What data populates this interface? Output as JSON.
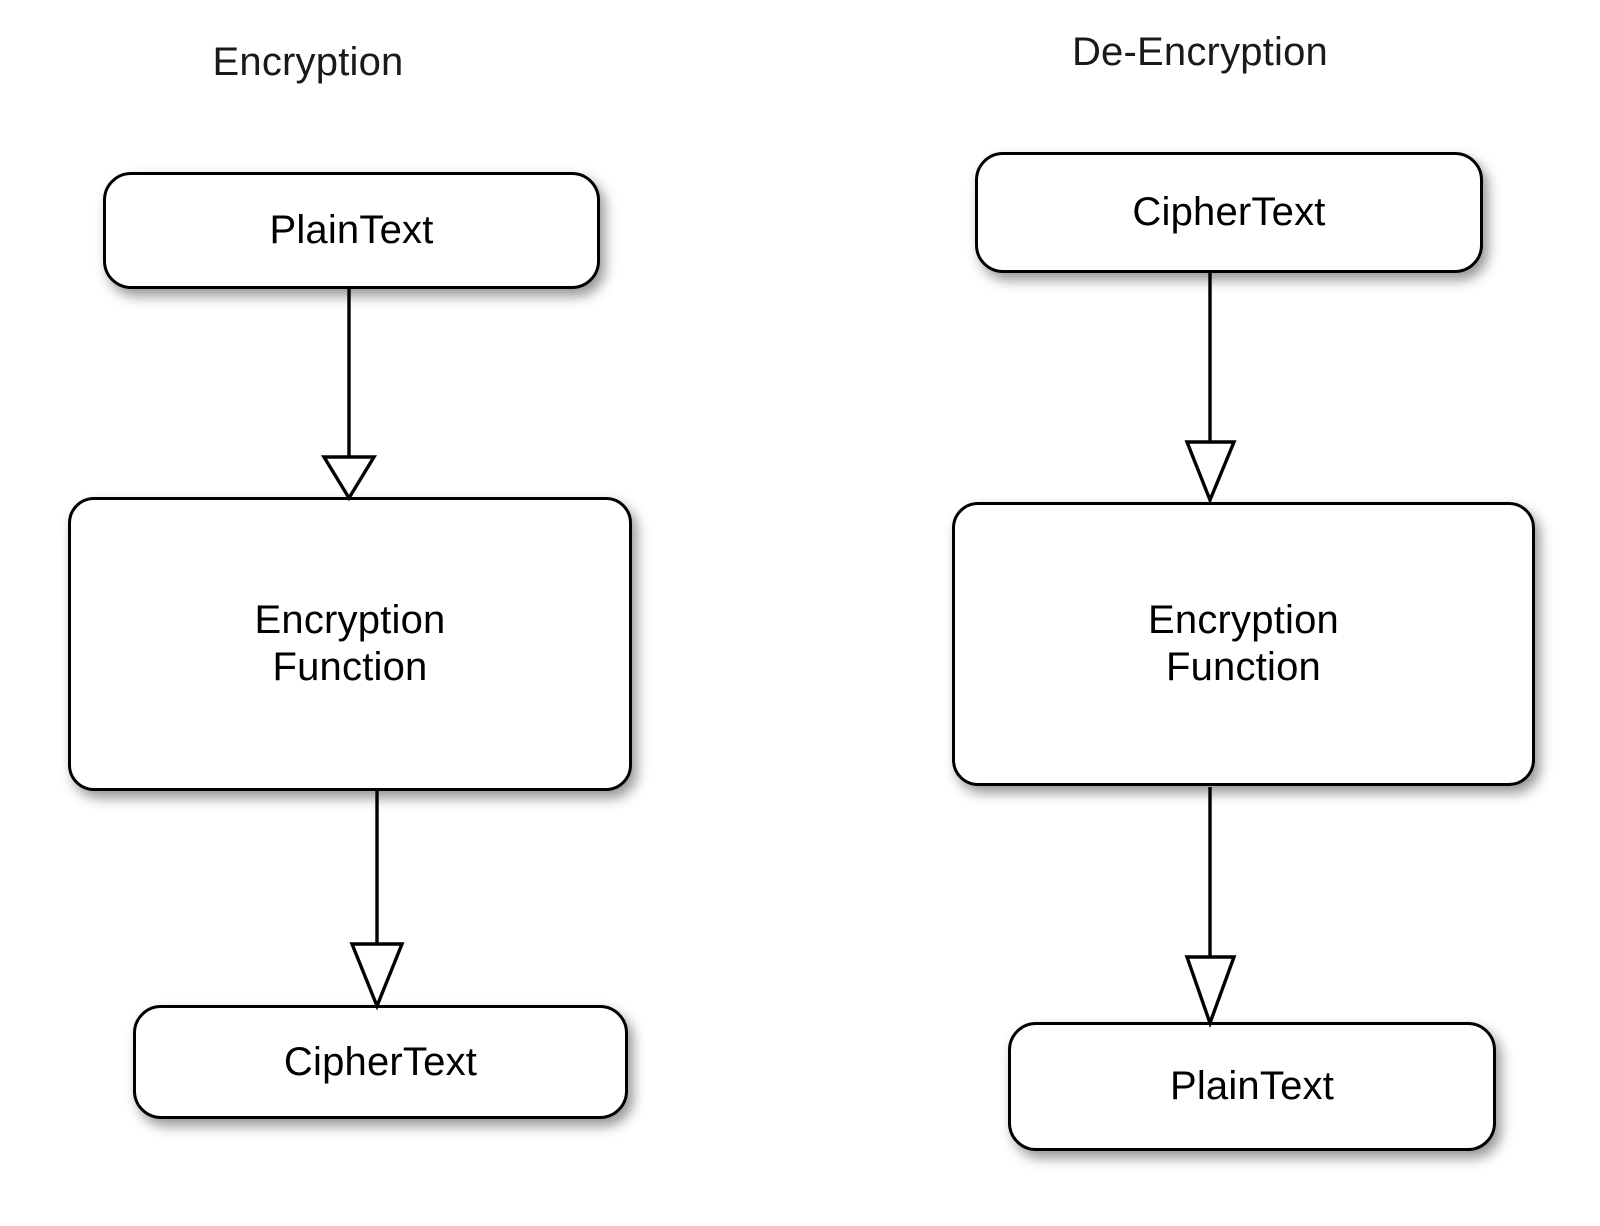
{
  "diagram": {
    "background": "#ffffff",
    "stroke_color": "#000000",
    "fill_color": "#ffffff",
    "columns": [
      {
        "id": "encryption",
        "title": "Encryption",
        "nodes": [
          {
            "id": "l-plaintext",
            "label": "PlainText",
            "shape": "rounded-rect"
          },
          {
            "id": "l-function",
            "label": "Encryption\nFunction",
            "shape": "rounded-rect"
          },
          {
            "id": "l-ciphertext",
            "label": "CipherText",
            "shape": "rounded-rect"
          }
        ],
        "edges": [
          {
            "id": "l-edge-1",
            "from": "l-plaintext",
            "to": "l-function",
            "arrowhead": "hollow-triangle"
          },
          {
            "id": "l-edge-2",
            "from": "l-function",
            "to": "l-ciphertext",
            "arrowhead": "hollow-triangle"
          }
        ]
      },
      {
        "id": "de-encryption",
        "title": "De-Encryption",
        "nodes": [
          {
            "id": "r-ciphertext",
            "label": "CipherText",
            "shape": "rounded-rect"
          },
          {
            "id": "r-function",
            "label": "Encryption\nFunction",
            "shape": "rounded-rect"
          },
          {
            "id": "r-plaintext",
            "label": "PlainText",
            "shape": "rounded-rect"
          }
        ],
        "edges": [
          {
            "id": "r-edge-1",
            "from": "r-ciphertext",
            "to": "r-function",
            "arrowhead": "hollow-triangle"
          },
          {
            "id": "r-edge-2",
            "from": "r-function",
            "to": "r-plaintext",
            "arrowhead": "hollow-triangle"
          }
        ]
      }
    ]
  }
}
